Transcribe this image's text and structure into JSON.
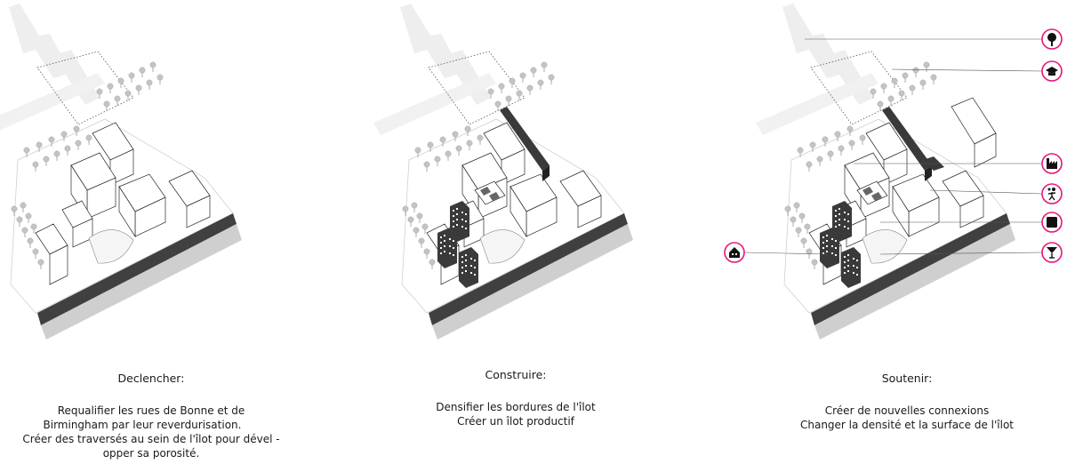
{
  "panels": [
    {
      "id": "declencher",
      "title": "Declencher:",
      "lines": [
        "Requalifier les rues de Bonne et  de",
        "Birmingham par leur reverdurisation.",
        "Créer des traversés au sein de l'îlot pour dével   -",
        "opper sa porosité."
      ]
    },
    {
      "id": "construire",
      "title": "Construire:",
      "lines": [
        "Densifier les bordures de l'îlot",
        "Créer un îlot productif"
      ]
    },
    {
      "id": "soutenir",
      "title": "Soutenir:",
      "lines": [
        "Créer de nouvelles connexions",
        "Changer la densité et la surface de l'îlot"
      ]
    }
  ],
  "legend_icons": [
    {
      "name": "tree-icon"
    },
    {
      "name": "graduation-cap-icon"
    },
    {
      "name": "factory-icon"
    },
    {
      "name": "person-activity-icon"
    },
    {
      "name": "square-block-icon"
    },
    {
      "name": "cocktail-glass-icon"
    },
    {
      "name": "house-icon"
    }
  ],
  "colors": {
    "pink_accent": "#e5157a",
    "building_stroke": "#2a2a2a",
    "new_building": "#3a3a3a",
    "road": "#cfcfcf",
    "tree": "#bdbdbd"
  }
}
